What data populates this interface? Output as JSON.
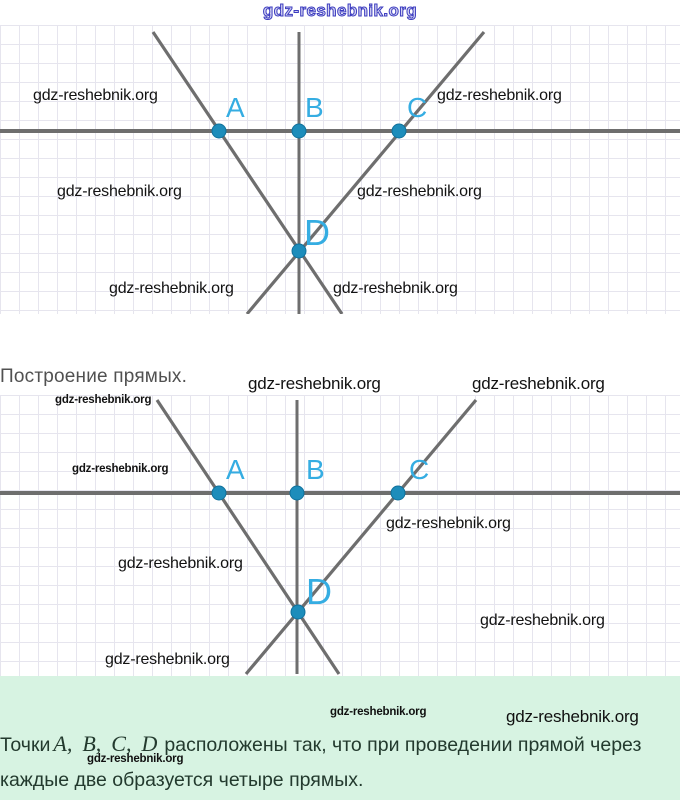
{
  "site_watermark": "gdz-reshebnik.org",
  "header": {
    "watermark_text": "gdz-reshebnik.org"
  },
  "figure_caption": "Построение прямых.",
  "points": {
    "a": "A",
    "b": "B",
    "c": "C",
    "d": "D"
  },
  "colors": {
    "point_label_blue": "#35ade2",
    "point_dot_fill": "#1d8dbb",
    "point_dot_stroke": "#10719c",
    "line_gray": "#6e6e6e",
    "grid_line": "#e6e5ee",
    "answer_background": "#d7f3e2",
    "answer_text": "#233a2e",
    "header_watermark_blue": "#3b3bbf"
  },
  "answer": {
    "prefix": "Точки",
    "point_a": "A,",
    "point_b": "B,",
    "point_c": "C,",
    "point_d": "D",
    "line1_rest": "расположены так, что при проведении прямой через",
    "line2": "каждые две образуется четыре прямых."
  }
}
